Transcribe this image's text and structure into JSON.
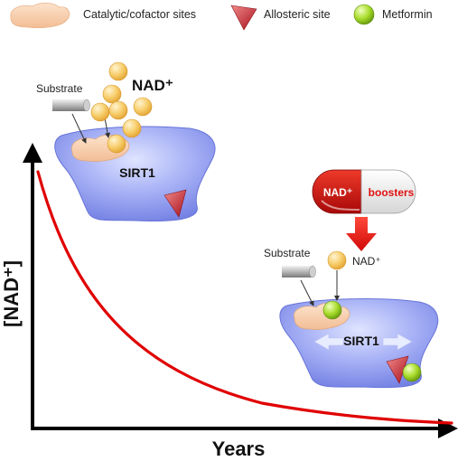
{
  "legend": {
    "catalytic_label": "Catalytic/cofactor sites",
    "allosteric_label": "Allosteric site",
    "metformin_label": "Metformin"
  },
  "axes": {
    "y_label": "[NAD⁺]",
    "x_label": "Years"
  },
  "top_enzyme": {
    "name": "SIRT1",
    "substrate_label": "Substrate",
    "nad_label": "NAD⁺"
  },
  "booster_pill": {
    "left_text": "NAD⁺",
    "right_text": "boosters"
  },
  "bottom_enzyme": {
    "name": "SIRT1",
    "substrate_label": "Substrate",
    "nad_label": "NAD⁺"
  },
  "colors": {
    "curve": "#e00000",
    "enzyme_fill": "#7f8cf0",
    "catalytic_site": "#f6cba6",
    "allosteric_site": "#c8202c",
    "metformin": "#9ed51e",
    "nad_sphere": "#f5c35a",
    "pill_red": "#c81010",
    "arrow_red": "#e01010"
  }
}
